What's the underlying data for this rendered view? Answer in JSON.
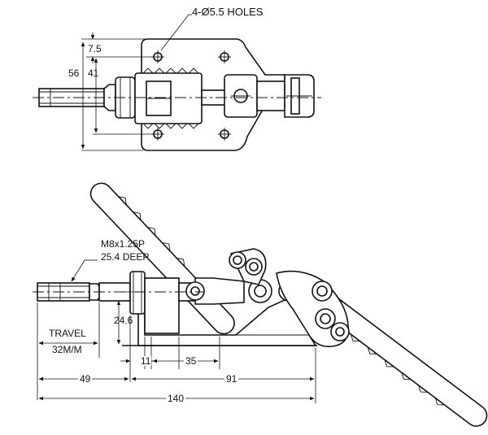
{
  "top_view": {
    "holes_label": "4-Ø5.5 HOLES",
    "dim_offset": "7.5",
    "dim_outer": "56",
    "dim_inner": "41"
  },
  "side_view": {
    "thread_line1": "M8x1.25P",
    "thread_line2": "25.4 DEEP",
    "dim_height": "24.6",
    "travel_line1": "TRAVEL",
    "travel_line2": "32M/M",
    "dim_11": "11",
    "dim_35": "35",
    "dim_49": "49",
    "dim_91": "91",
    "dim_140": "140"
  }
}
